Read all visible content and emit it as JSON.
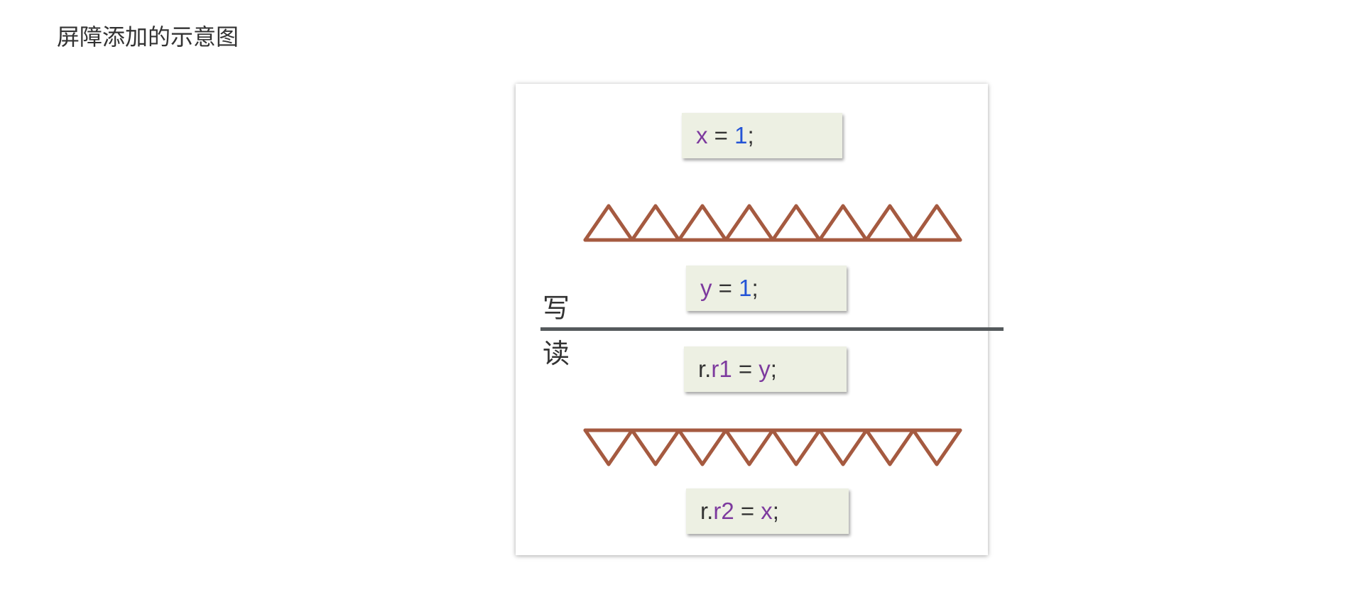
{
  "page": {
    "title": "屏障添加的示意图"
  },
  "diagram": {
    "write_label": "写",
    "read_label": "读",
    "statements": [
      {
        "tokens": [
          {
            "t": "x",
            "k": "var"
          },
          {
            "t": " = ",
            "k": "plain"
          },
          {
            "t": "1",
            "k": "num"
          },
          {
            "t": ";",
            "k": "plain"
          }
        ]
      },
      {
        "tokens": [
          {
            "t": "y",
            "k": "var"
          },
          {
            "t": " = ",
            "k": "plain"
          },
          {
            "t": "1",
            "k": "num"
          },
          {
            "t": ";",
            "k": "plain"
          }
        ]
      },
      {
        "tokens": [
          {
            "t": "r.",
            "k": "plain"
          },
          {
            "t": "r1",
            "k": "var"
          },
          {
            "t": " = ",
            "k": "plain"
          },
          {
            "t": "y",
            "k": "var"
          },
          {
            "t": ";",
            "k": "plain"
          }
        ]
      },
      {
        "tokens": [
          {
            "t": "r.",
            "k": "plain"
          },
          {
            "t": "r2",
            "k": "var"
          },
          {
            "t": " = ",
            "k": "plain"
          },
          {
            "t": "x",
            "k": "var"
          },
          {
            "t": ";",
            "k": "plain"
          }
        ]
      }
    ],
    "barriers": [
      {
        "kind": "store-barrier",
        "direction": "up",
        "teeth": 8
      },
      {
        "kind": "load-barrier",
        "direction": "down",
        "teeth": 8
      }
    ],
    "colors": {
      "barrier": "#a55a40",
      "box_bg": "#edf0e3",
      "variable": "#7d3a9e",
      "number": "#2454d6",
      "divider": "#555a5c"
    }
  }
}
